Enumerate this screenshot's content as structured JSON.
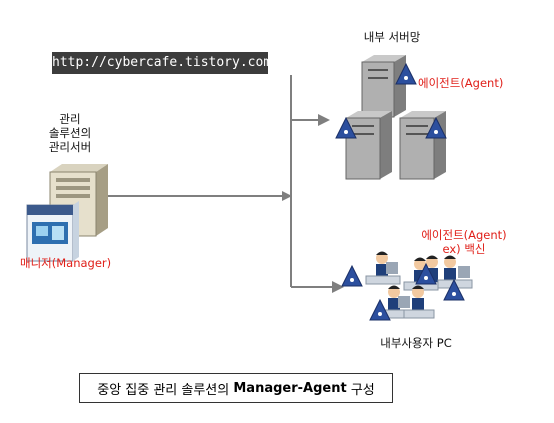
{
  "watermark": "http://cybercafe.tistory.com",
  "server_group": {
    "title": "내부 서버망",
    "agent_label": "에이전트(Agent)"
  },
  "manager": {
    "title_lines": [
      "관리",
      "솔루션의",
      "관리서버"
    ],
    "label": "매니저(Manager)"
  },
  "pc_group": {
    "agent_label_line1": "에이전트(Agent)",
    "agent_label_line2": "ex) 백신",
    "title": "내부사용자 PC"
  },
  "caption": {
    "prefix": "중앙 집중 관리 솔루션의 ",
    "bold": "Manager-Agent",
    "suffix": " 구성"
  },
  "colors": {
    "agent_red": "#e0201a",
    "connector": "#7f7f7f",
    "triangle_blue": "#2c4f9e"
  }
}
